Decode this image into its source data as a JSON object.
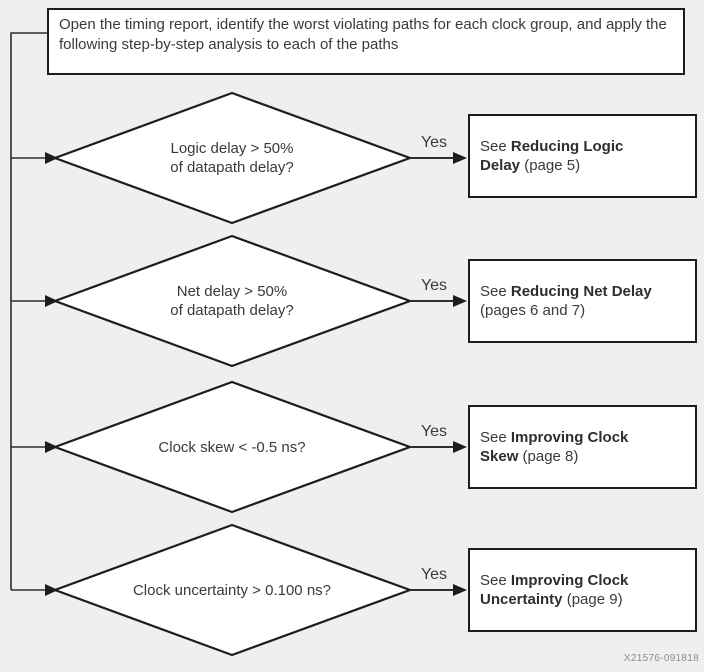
{
  "figure": {
    "background_color": "#efefef",
    "line_color": "#2e2e2e",
    "text_color": "#3a3a3a",
    "watermark": "X21576-091818"
  },
  "start_box": {
    "text": "Open the timing report, identify the worst violating paths for each clock group, and apply the following step-by-step analysis to each of the paths"
  },
  "rows": [
    {
      "condition": "Logic delay > 50%\nof datapath delay?",
      "answer_label": "Yes",
      "action": {
        "prefix": "See ",
        "bold": "Reducing Logic Delay",
        "suffix": " (page 5)"
      }
    },
    {
      "condition": "Net delay > 50%\nof datapath delay?",
      "answer_label": "Yes",
      "action": {
        "prefix": "See ",
        "bold": "Reducing Net Delay",
        "suffix": " (pages 6 and 7)"
      }
    },
    {
      "condition": "Clock skew < -0.5 ns?",
      "answer_label": "Yes",
      "action": {
        "prefix": "See ",
        "bold": "Improving Clock Skew",
        "suffix": " (page 8)"
      }
    },
    {
      "condition": "Clock uncertainty > 0.100 ns?",
      "answer_label": "Yes",
      "action": {
        "prefix": "See ",
        "bold": "Improving Clock Uncertainty",
        "suffix": " (page 9)"
      }
    }
  ]
}
